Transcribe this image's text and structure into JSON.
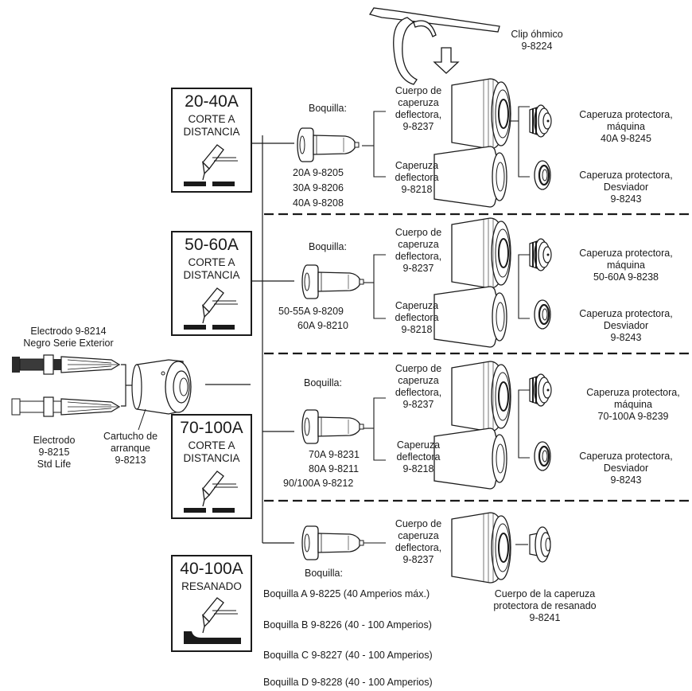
{
  "clip": {
    "name": "Clip óhmico",
    "part": "9-8224"
  },
  "electrode_top": {
    "line1": "Electrodo 9-8214",
    "line2": "Negro Serie Exterior"
  },
  "electrode_bottom": {
    "line1": "Electrodo",
    "line2": "9-8215",
    "line3": "Std Life"
  },
  "cartridge": {
    "line1": "Cartucho de",
    "line2": "arranque",
    "line3": "9-8213"
  },
  "sections": [
    {
      "amps": "20-40A",
      "mode_line1": "CORTE A",
      "mode_line2": "DISTANCIA",
      "tip_label": "Boquilla:",
      "tips": [
        "20A    9-8205",
        "30A    9-8206",
        "40A    9-8208"
      ],
      "body_label": [
        "Cuerpo de",
        "caperuza",
        "deflectora,",
        "9-8237"
      ],
      "deflector_label": [
        "Caperuza",
        "deflectora",
        "9-8218"
      ],
      "cap_machine": [
        "Caperuza protectora,",
        "máquina",
        "40A  9-8245"
      ],
      "cap_deflector": [
        "Caperuza protectora,",
        "Desviador",
        "9-8243"
      ]
    },
    {
      "amps": "50-60A",
      "mode_line1": "CORTE A",
      "mode_line2": "DISTANCIA",
      "tip_label": "Boquilla:",
      "tips": [
        "50-55A    9-8209",
        "60A    9-8210"
      ],
      "body_label": [
        "Cuerpo de",
        "caperuza",
        "deflectora,",
        "9-8237"
      ],
      "deflector_label": [
        "Caperuza",
        "deflectora",
        "9-8218"
      ],
      "cap_machine": [
        "Caperuza protectora,",
        "máquina",
        "50-60A  9-8238"
      ],
      "cap_deflector": [
        "Caperuza protectora,",
        "Desviador",
        "9-8243"
      ]
    },
    {
      "amps": "70-100A",
      "mode_line1": "CORTE A",
      "mode_line2": "DISTANCIA",
      "tip_label": "Boquilla:",
      "tips": [
        "70A    9-8231",
        "80A    9-8211",
        "90/100A    9-8212"
      ],
      "body_label": [
        "Cuerpo de",
        "caperuza",
        "deflectora,",
        "9-8237"
      ],
      "deflector_label": [
        "Caperuza",
        "deflectora",
        "9-8218"
      ],
      "cap_machine": [
        "Caperuza protectora,",
        "máquina",
        "70-100A  9-8239"
      ],
      "cap_deflector": [
        "Caperuza protectora,",
        "Desviador",
        "9-8243"
      ]
    },
    {
      "amps": "40-100A",
      "mode_line1": "RESANADO",
      "tip_label": "Boquilla:",
      "tips": [
        "Boquilla A  9-8225 (40 Amperios máx.)",
        "Boquilla B  9-8226 (40 - 100 Amperios)",
        "Boquilla C  9-8227 (40 - 100 Amperios)",
        "Boquilla D  9-8228 (40 - 100 Amperios)"
      ],
      "body_label": [
        "Cuerpo de",
        "caperuza",
        "deflectora,",
        "9-8237"
      ],
      "gouge_cap": [
        "Cuerpo de la caperuza",
        "protectora de resanado",
        "9-8241"
      ]
    }
  ]
}
